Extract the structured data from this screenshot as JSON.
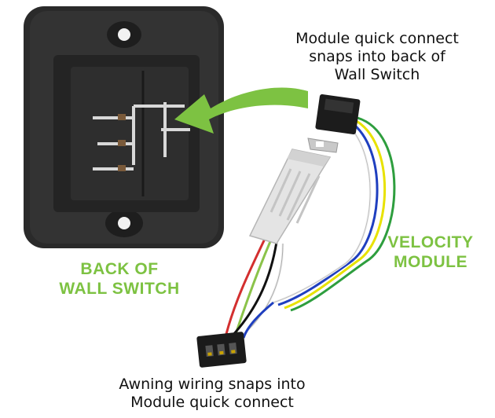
{
  "captions": {
    "module_connect": [
      "Module quick connect",
      "snaps into back of",
      "Wall Switch"
    ],
    "awning_wiring": [
      "Awning wiring snaps into",
      "Module quick connect"
    ]
  },
  "labels": {
    "back_of_wall_switch": [
      "BACK OF",
      "WALL SWITCH"
    ],
    "velocity_module": [
      "VELOCITY",
      "MODULE"
    ]
  },
  "colors": {
    "accent_green": "#7dc242",
    "switch_plate": "#2b2b2b",
    "module_body": "#d9d9d9"
  }
}
